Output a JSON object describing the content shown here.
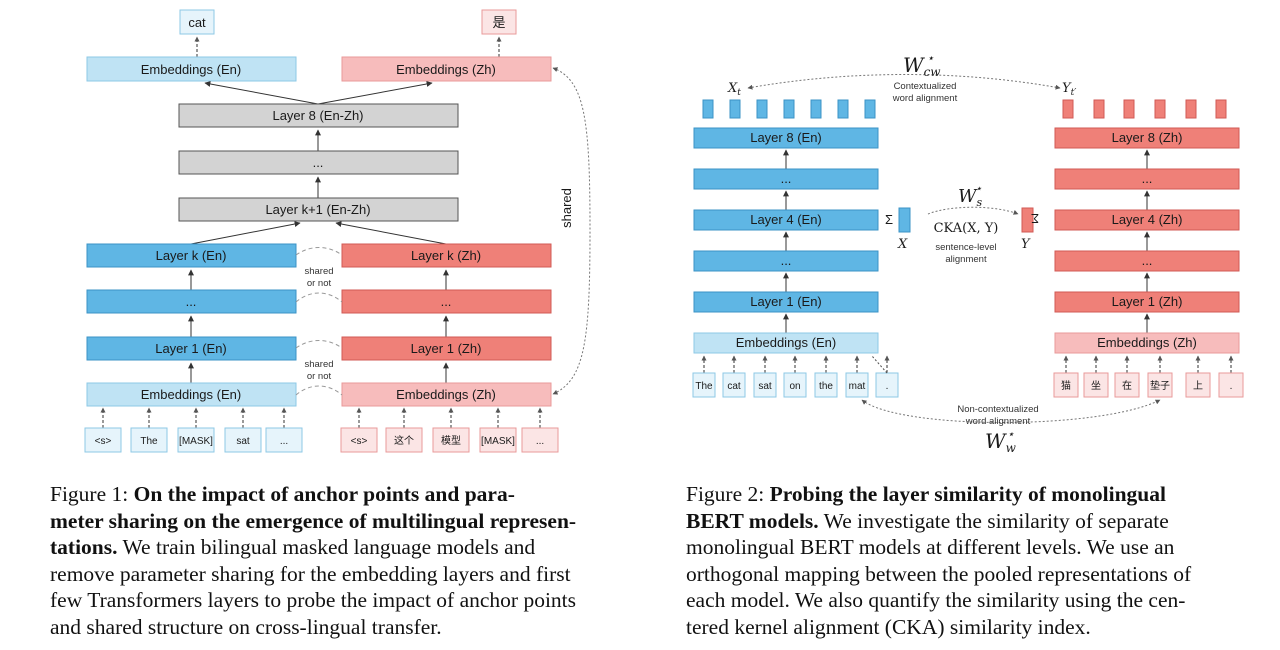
{
  "figure1": {
    "outputs": {
      "en": "cat",
      "zh": "是"
    },
    "top_embeddings": {
      "en": "Embeddings (En)",
      "zh": "Embeddings (Zh)"
    },
    "shared_layers": {
      "top": "Layer 8 (En-Zh)",
      "middle": "...",
      "bottom": "Layer k+1 (En-Zh)"
    },
    "en_layers": {
      "layer_k": "Layer k (En)",
      "middle": "...",
      "layer_1": "Layer 1 (En)",
      "embeddings": "Embeddings (En)"
    },
    "zh_layers": {
      "layer_k": "Layer k (Zh)",
      "middle": "...",
      "layer_1": "Layer 1 (Zh)",
      "embeddings": "Embeddings (Zh)"
    },
    "shared_or_not_1": [
      "shared",
      "or not"
    ],
    "shared_or_not_2": [
      "shared",
      "or not"
    ],
    "shared_label": "shared",
    "en_tokens": [
      "<s>",
      "The",
      "[MASK]",
      "sat",
      "..."
    ],
    "zh_tokens": [
      "<s>",
      "这个",
      "模型",
      "[MASK]",
      "..."
    ],
    "caption": {
      "lines": [
        [
          {
            "t": "Figure 1:  ",
            "b": false
          },
          {
            "t": "On the impact of anchor points and para-",
            "b": true
          }
        ],
        [
          {
            "t": "meter sharing on the emergence of multilingual represen-",
            "b": true
          }
        ],
        [
          {
            "t": "tations.",
            "b": true
          },
          {
            "t": " We train bilingual masked language models and",
            "b": false
          }
        ],
        [
          {
            "t": "remove parameter sharing for the embedding layers and first",
            "b": false
          }
        ],
        [
          {
            "t": "few Transformers layers to probe the impact of anchor points",
            "b": false
          }
        ],
        [
          {
            "t": "and shared structure on cross-lingual transfer.",
            "b": false
          }
        ]
      ]
    }
  },
  "figure2": {
    "w_cw": "W",
    "w_cw_sub": "cw",
    "star": "⋆",
    "x_t": "X",
    "x_t_sub": "t",
    "y_t": "Y",
    "y_t_sub": "t′",
    "contextualized": [
      "Contextualized",
      "word alignment"
    ],
    "en_layers": {
      "layer8": "Layer 8 (En)",
      "dots_top": "...",
      "layer4": "Layer 4 (En)",
      "dots_bottom": "...",
      "layer1": "Layer 1 (En)",
      "embeddings": "Embeddings (En)"
    },
    "zh_layers": {
      "layer8": "Layer 8 (Zh)",
      "dots_top": "...",
      "layer4": "Layer 4 (Zh)",
      "dots_bottom": "...",
      "layer1": "Layer 1 (Zh)",
      "embeddings": "Embeddings (Zh)"
    },
    "w_s": "W",
    "w_s_sub": "s",
    "cka": "CKA(X, Y)",
    "sentence_level": [
      "sentence-level",
      "alignment"
    ],
    "sigma": "Σ",
    "x_label": "X",
    "y_label": "Y",
    "en_tokens": [
      "The",
      "cat",
      "sat",
      "on",
      "the",
      "mat",
      "."
    ],
    "zh_tokens": [
      "猫",
      "坐",
      "在",
      "垫子",
      "上",
      "."
    ],
    "non_contextualized": [
      "Non-contextualized",
      "word alignment"
    ],
    "w_w": "W",
    "w_w_sub": "w",
    "caption": {
      "lines": [
        [
          {
            "t": "Figure 2:  ",
            "b": false
          },
          {
            "t": "Probing the layer similarity of monolingual",
            "b": true
          }
        ],
        [
          {
            "t": "BERT models.",
            "b": true
          },
          {
            "t": " We investigate the similarity of separate",
            "b": false
          }
        ],
        [
          {
            "t": "monolingual BERT models at different levels. We use an",
            "b": false
          }
        ],
        [
          {
            "t": "orthogonal mapping between the pooled representations of",
            "b": false
          }
        ],
        [
          {
            "t": "each model. We also quantify the similarity using the cen-",
            "b": false
          }
        ],
        [
          {
            "t": "tered kernel alignment (CKA) similarity index.",
            "b": false
          }
        ]
      ]
    }
  },
  "colors": {
    "blue_light": "#bfe3f4",
    "blue_light_border": "#8ec8e6",
    "blue": "#5fb6e4",
    "blue_border": "#3b93c6",
    "red_light": "#f7bcbc",
    "red_light_border": "#e89a9a",
    "red": "#ef8078",
    "red_border": "#d15a55",
    "gray": "#d3d3d3",
    "gray_border": "#666666"
  }
}
